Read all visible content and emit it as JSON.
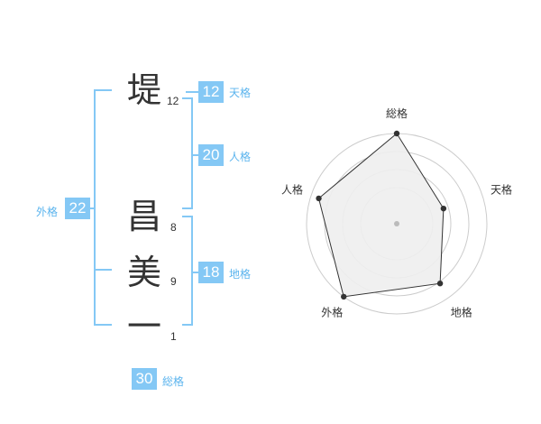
{
  "name": {
    "chars": [
      {
        "char": "堤",
        "strokes": "12"
      },
      {
        "char": "昌",
        "strokes": "8"
      },
      {
        "char": "美",
        "strokes": "9"
      },
      {
        "char": "一",
        "strokes": "1"
      }
    ]
  },
  "kakusu": {
    "tenkaku": {
      "label": "天格",
      "value": "12"
    },
    "jinkaku": {
      "label": "人格",
      "value": "20"
    },
    "chikaku": {
      "label": "地格",
      "value": "18"
    },
    "gaikaku": {
      "label": "外格",
      "value": "22"
    },
    "soukaku": {
      "label": "総格",
      "value": "30"
    }
  },
  "chart_data": {
    "type": "radar",
    "axes": [
      "総格",
      "天格",
      "地格",
      "外格",
      "人格"
    ],
    "values": [
      30,
      12,
      18,
      22,
      20
    ],
    "max": 22,
    "colors": {
      "ring": "#cccccc",
      "fill": "#eeeeee",
      "line": "#333333",
      "point": "#333333",
      "center": "#bbbbbb"
    }
  }
}
